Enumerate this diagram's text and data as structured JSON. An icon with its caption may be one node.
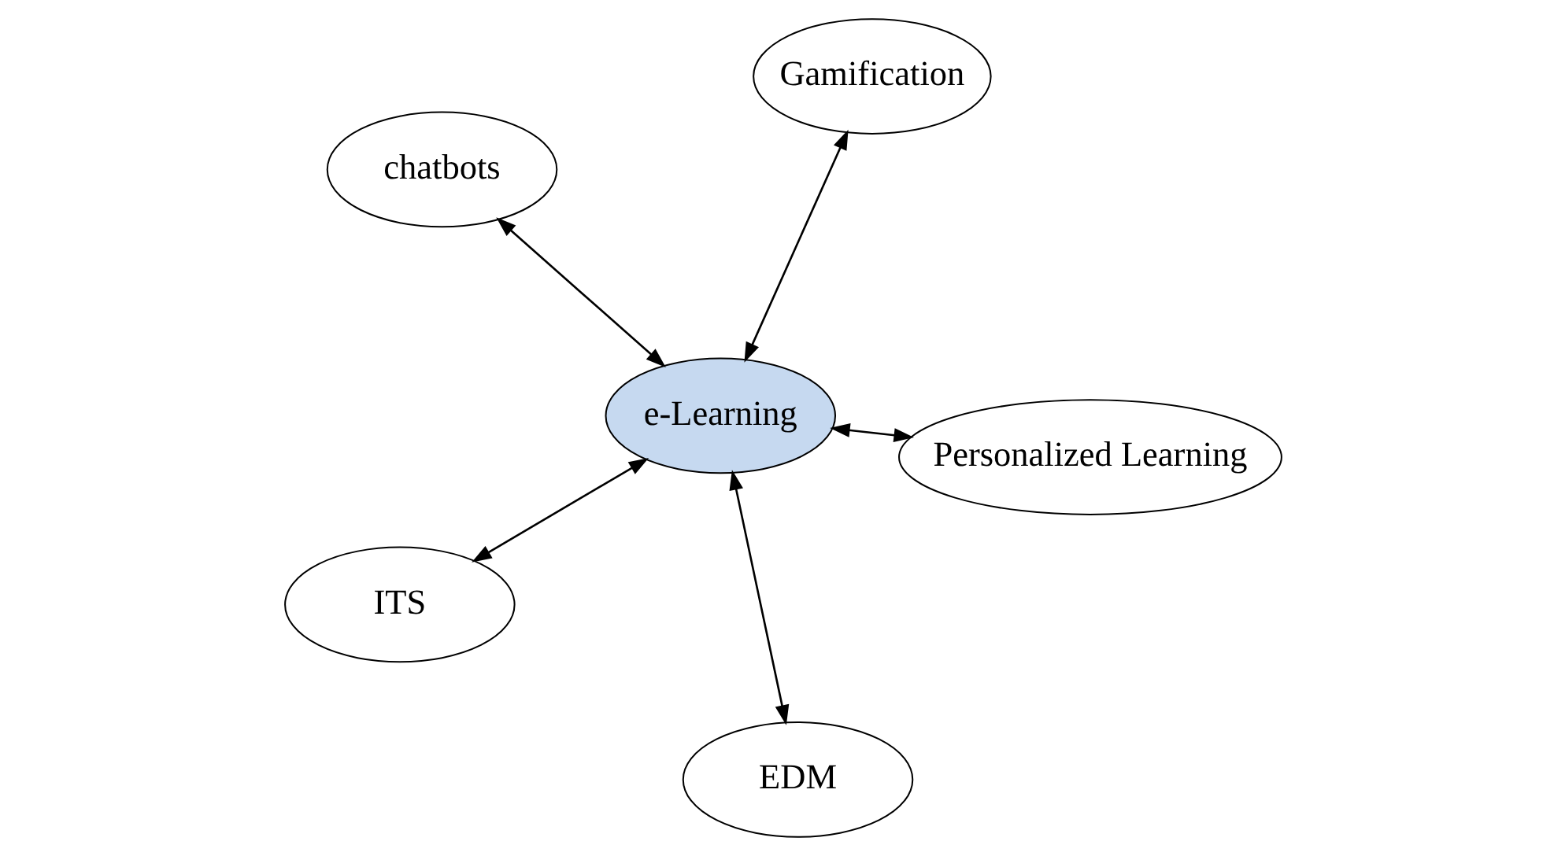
{
  "diagram": {
    "nodes": [
      {
        "text": [
          "chatbots"
        ]
      },
      {
        "text": [
          "Personalized Learning"
        ]
      },
      {
        "text": [
          "EDM"
        ]
      },
      {
        "text": [
          "e-Learning"
        ]
      },
      {
        "text": [
          "Gamification"
        ]
      },
      {
        "text": [
          "ITS"
        ]
      }
    ],
    "edges": [
      {
        "from": 3,
        "to": 0,
        "arrow": "both"
      },
      {
        "from": 3,
        "to": 1,
        "arrow": "both"
      },
      {
        "from": 3,
        "to": 2,
        "arrow": "both"
      },
      {
        "from": 3,
        "to": 4,
        "arrow": "both"
      },
      {
        "from": 3,
        "to": 5,
        "arrow": "both"
      }
    ]
  }
}
